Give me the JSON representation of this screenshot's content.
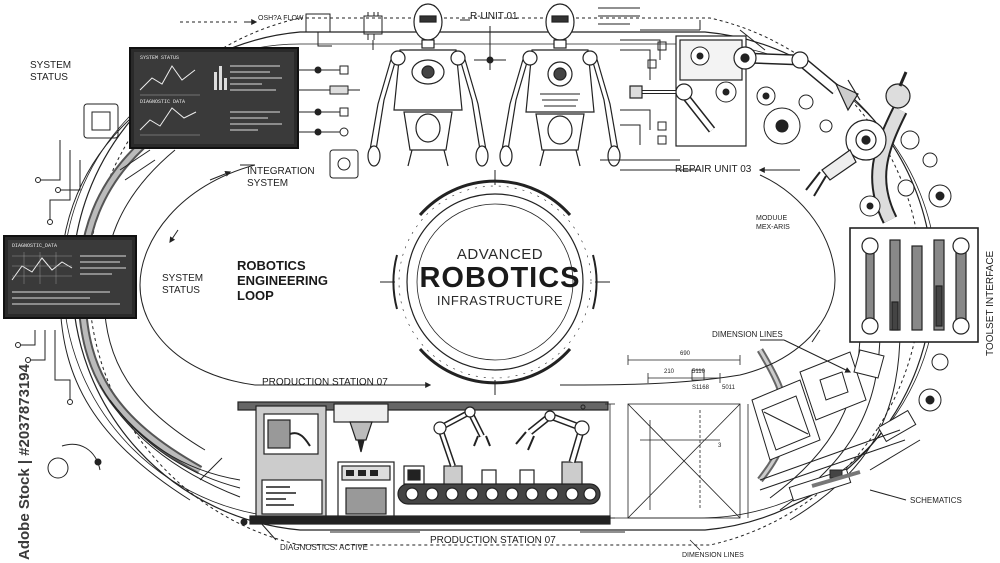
{
  "labels": {
    "data_flow": "OSH?A FLOW",
    "system_status_top": "SYSTEM\nSTATUS",
    "r_unit": "R-UNIT 01",
    "integration_system": "INTEGRATION\nSYSTEM",
    "repair_unit": "REPAIR UNIT 03",
    "module": "MODUUE\nMEX-ARIS",
    "system_status_mid": "SYSTEM\nSTATUS",
    "loop_title": "ROBOTICS\nENGINEERING\nLOOP",
    "center_advanced": "ADVANCED",
    "center_robotics": "ROBOTICS",
    "center_infrastructure": "INFRASTRUCTURE",
    "toolset_interface": "TOOLSET INTERFACE",
    "dimension_lines_top": "DIMENSION LINES",
    "production_station_top": "PRODUCTION STATION 07",
    "production_station_bottom": "PRODUCTION STATION 07",
    "diagnostics": "DIAGNOSTICS: ACTIVE",
    "schematics": "SCHEMATICS",
    "dimension_lines_bottom": "DIMENSION LINES",
    "watermark": "Adobe Stock | #2037873194"
  },
  "screens": {
    "top_title": "SYSTEM STATUS",
    "top_sub": "DIAGNOSTIC DATA",
    "mid_title": "DIAGNOSTIC_DATA"
  },
  "dimensions": {
    "d690": "690",
    "d210": "210",
    "d5110": "5110",
    "d3": "3",
    "s1168": "S1168",
    "d5011": "5011"
  }
}
